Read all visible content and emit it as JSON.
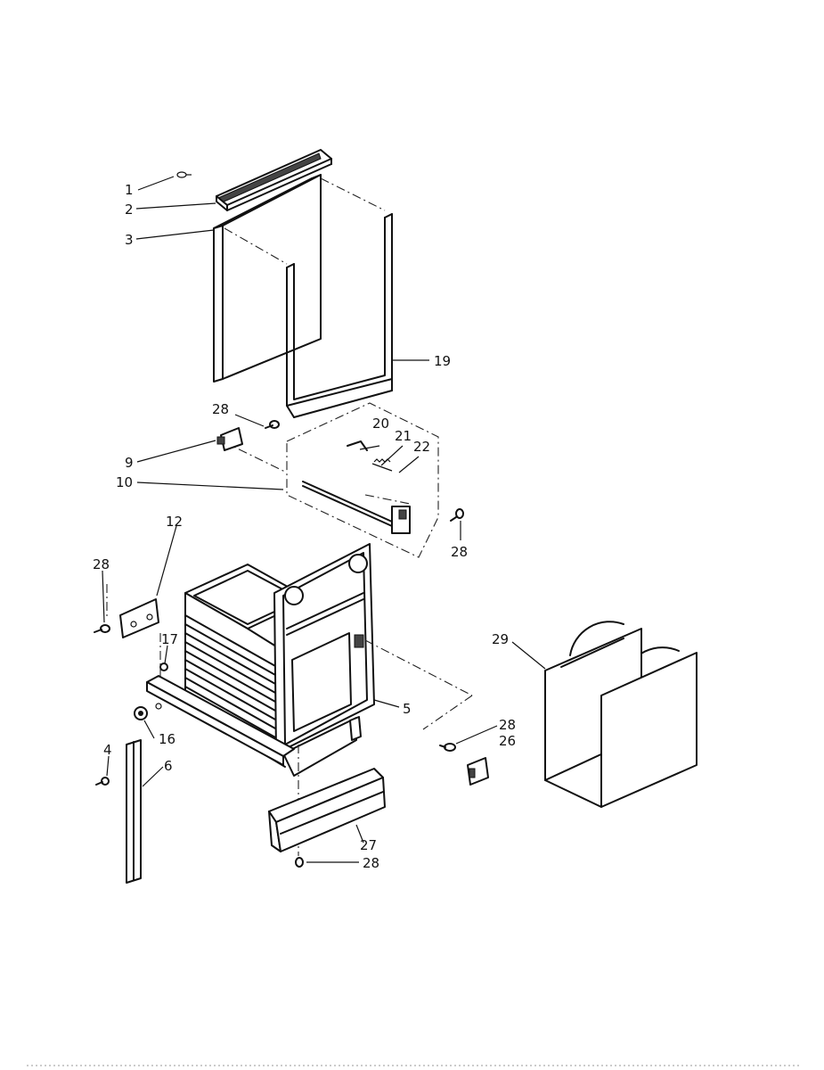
{
  "callouts": [
    {
      "id": "c1",
      "text": "1"
    },
    {
      "id": "c2",
      "text": "2"
    },
    {
      "id": "c3",
      "text": "3"
    },
    {
      "id": "c19",
      "text": "19"
    },
    {
      "id": "c28a",
      "text": "28"
    },
    {
      "id": "c20",
      "text": "20"
    },
    {
      "id": "c21",
      "text": "21"
    },
    {
      "id": "c22",
      "text": "22"
    },
    {
      "id": "c9",
      "text": "9"
    },
    {
      "id": "c10",
      "text": "10"
    },
    {
      "id": "c28b",
      "text": "28"
    },
    {
      "id": "c12",
      "text": "12"
    },
    {
      "id": "c28c",
      "text": "28"
    },
    {
      "id": "c17",
      "text": "17"
    },
    {
      "id": "c29",
      "text": "29"
    },
    {
      "id": "c5",
      "text": "5"
    },
    {
      "id": "c16",
      "text": "16"
    },
    {
      "id": "c28d",
      "text": "28"
    },
    {
      "id": "c26",
      "text": "26"
    },
    {
      "id": "c4",
      "text": "4"
    },
    {
      "id": "c6",
      "text": "6"
    },
    {
      "id": "c27",
      "text": "27"
    },
    {
      "id": "c28e",
      "text": "28"
    }
  ]
}
